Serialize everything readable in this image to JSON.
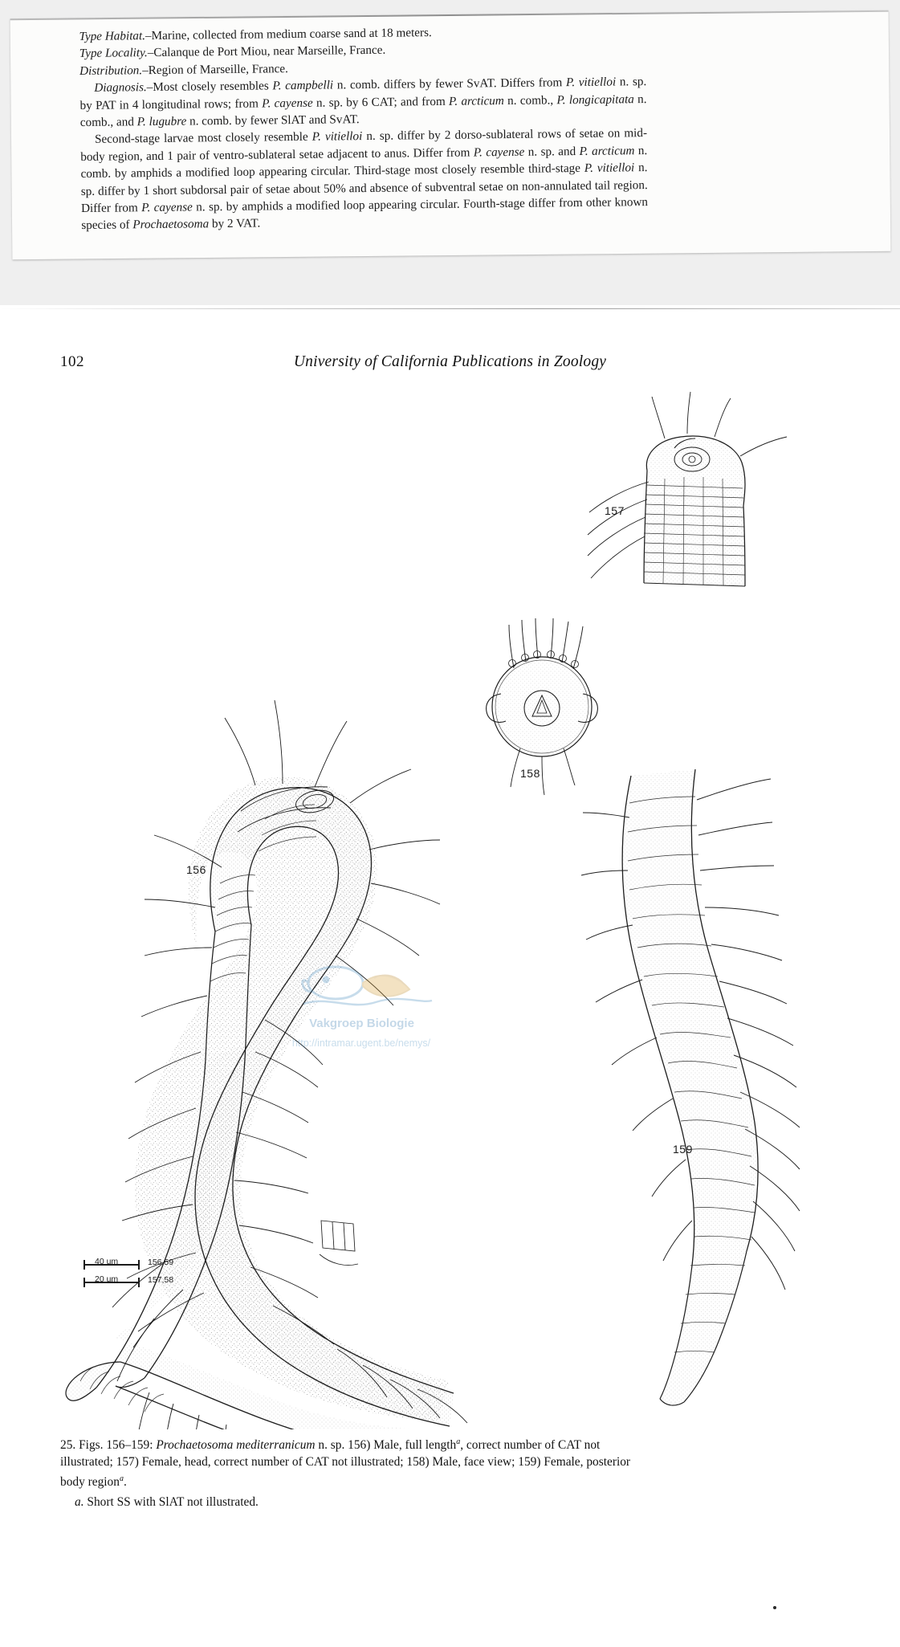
{
  "top_fragment": {
    "lines": [
      "Type Habitat.–Marine, collected from medium coarse sand at 18 meters.",
      "Type Locality.–Calanque de Port Miou, near Marseille, France.",
      "Distribution.–Region of Marseille, France.",
      "Diagnosis.–Most closely resembles P. campbelli n. comb. differs by fewer SvAT. Differs from P. vitielloi n. sp. by PAT in 4 longitudinal rows; from P. cayense n. sp. by 6 CAT; and from P. arcticum n. comb., P. longicapitata n. comb., and P. lugubre n. comb. by fewer SlAT and SvAT.",
      "Second-stage larvae most closely resemble P. vitielloi n. sp. differ by 2 dorso-sublateral rows of setae on mid-body region, and 1 pair of ventro-sublateral setae adjacent to anus. Differ from P. cayense n. sp. and P. arcticum n. comb. by amphids a modified loop appearing circular. Third-stage most closely resemble third-stage P. vitielloi n. sp. differ by 1 short subdorsal pair of setae about 50% and absence of subventral setae on non-annulated tail region. Differ from P. cayense n. sp. by amphids a modified loop appearing circular. Fourth-stage differ from other known species of Prochaetosoma by 2 VAT."
    ],
    "p1": {
      "label": "Type Habitat.",
      "text": "–Marine, collected from medium coarse sand at 18 meters."
    },
    "p2": {
      "label": "Type Locality.",
      "text": "–Calanque de Port Miou, near Marseille, France."
    },
    "p3": {
      "label": "Distribution.",
      "text": "–Region of Marseille, France."
    },
    "p4": {
      "label": "Diagnosis.",
      "t1": "–Most closely resembles ",
      "sp1": "P. campbelli",
      "t2": " n. comb. differs by fewer SvAT. Differs from ",
      "sp2": "P. vitielloi",
      "t3": " n. sp. by PAT in 4 longitudinal rows; from ",
      "sp3": "P. cayense",
      "t4": " n. sp. by 6 CAT; and from ",
      "sp4": "P. arcticum",
      "t5": " n. comb., ",
      "sp5": "P. longicapitata",
      "t6": " n. comb., and ",
      "sp6": "P. lugubre",
      "t7": " n. comb. by fewer SlAT and SvAT."
    },
    "p5": {
      "t1": "Second-stage larvae most closely resemble ",
      "sp1": "P. vitielloi",
      "t2": " n. sp. differ by 2 dorso-sublateral rows of setae on mid-body region, and 1 pair of ventro-sublateral setae adjacent to anus. Differ from ",
      "sp2": "P. cayense",
      "t3": " n. sp. and ",
      "sp3": "P. arcticum",
      "t4": " n. comb. by amphids a modified loop appearing circular. Third-stage most closely resemble third-stage ",
      "sp4": "P. vitielloi",
      "t5": " n. sp. differ by 1 short subdorsal pair of setae about 50% and absence of subventral setae on non-annulated tail region. Differ from ",
      "sp5": "P. cayense",
      "t6": " n. sp. by amphids a modified loop appearing circular. Fourth-stage differ from other known species of ",
      "sp6": "Prochaetosoma",
      "t7": " by 2 VAT."
    }
  },
  "running_head": {
    "folio": "102",
    "title": "University of California Publications in Zoology"
  },
  "figure": {
    "labels": {
      "f156": "156",
      "f157": "157",
      "f158": "158",
      "f159": "159"
    },
    "scale_bar": {
      "row1_unit": "40 um",
      "row1_figs": "156,59",
      "row2_unit": "20 um",
      "row2_figs": "157,58"
    }
  },
  "watermark": {
    "line1": "Vakgroep Biologie",
    "line2": "http://intramar.ugent.be/nemys/"
  },
  "caption": {
    "number": "25.",
    "figs": "Figs. 156–159:",
    "species": "Prochaetosoma mediterranicum",
    "t1": " n. sp. 156) Male, full length",
    "sup1": "a",
    "t2": ", correct number of CAT not illustrated; 157) Female, head, correct number of CAT not illustrated; 158) Male, face view; 159) Female, posterior body region",
    "sup2": "a",
    "t3": ".",
    "footnote_marker": "a.",
    "footnote_text": "Short SS with SlAT not illustrated."
  },
  "colors": {
    "ink": "#1b1b1b",
    "paper": "#ffffff",
    "scan_background": "#efefef",
    "watermark_blue": "#3f7fb5"
  }
}
